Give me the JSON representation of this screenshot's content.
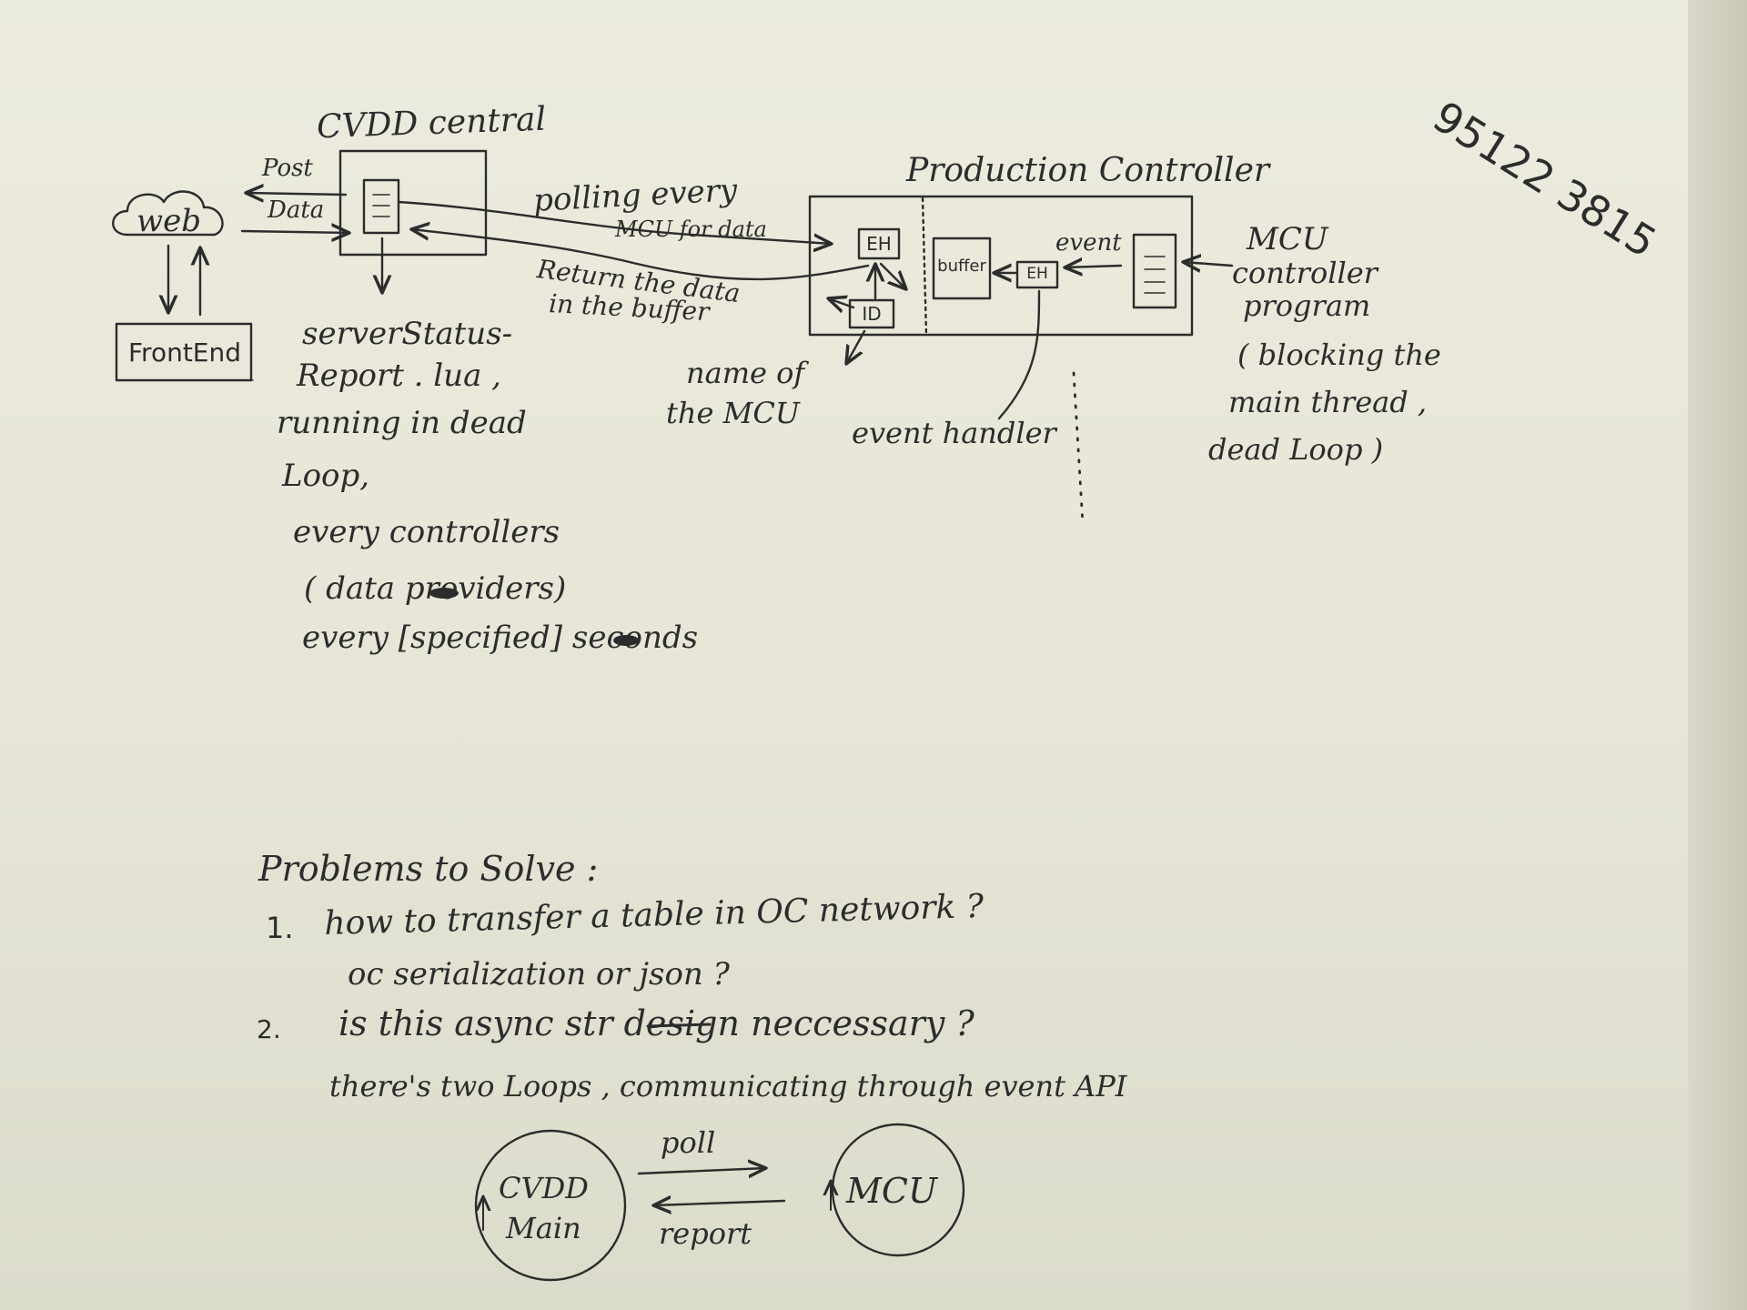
{
  "header": {
    "code": "95122 3815"
  },
  "diagram": {
    "central_title": "CVDD central",
    "web_label": "web",
    "frontend_label": "FrontEnd",
    "post_label": "Post",
    "data_label": "Data",
    "polling_line1": "polling every",
    "polling_line2": "MCU for data",
    "return_line1": "Return the data",
    "return_line2": "in the buffer",
    "server_status_lines": [
      "serverStatus-",
      "Report . lua ,",
      "running in dead",
      "Loop,",
      "every controllers",
      "( data providers)",
      "every [specified] seconds"
    ],
    "pc_title": "Production Controller",
    "eh_label": "EH",
    "id_label": "ID",
    "buffer_label": "buffer",
    "eh_small_label": "EH",
    "event_label": "event",
    "name_of_lines": [
      "name of",
      "the MCU"
    ],
    "event_handler_label": "event handler",
    "mcu_program_lines": [
      "MCU",
      "controller",
      "program",
      "( blocking the",
      "main thread ,",
      "dead Loop )"
    ]
  },
  "problems": {
    "heading": "Problems to Solve :",
    "items": [
      {
        "num": "1.",
        "text": "how to transfer a table in OC network ?",
        "sub": "oc serialization or json ?"
      },
      {
        "num": "2.",
        "text": "is this async str design neccessary ?",
        "sub": "there's two Loops , communicating through event API"
      }
    ]
  },
  "loop_diagram": {
    "left_lines": [
      "CVDD",
      "Main"
    ],
    "right_label": "MCU",
    "poll_label": "poll",
    "report_label": "report"
  },
  "colors": {
    "ink": "#2c2c2c",
    "paper": "#e9e7d9"
  }
}
